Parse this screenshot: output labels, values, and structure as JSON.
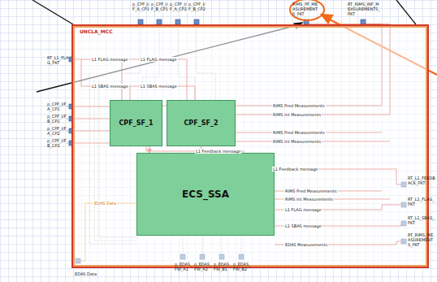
{
  "diagram": {
    "nodes": [
      {
        "text": [
          "UNCLA_MCC"
        ]
      },
      {
        "text": [
          "CPF_SF_1"
        ],
        "in": 0
      },
      {
        "text": [
          "CPF_SF_2"
        ],
        "in": 0
      },
      {
        "text": [
          "ECS_SSA"
        ],
        "in": 0
      }
    ],
    "edges": [
      {
        "from": 1,
        "to": 3,
        "arrow": "to"
      },
      {
        "from": 2,
        "to": 3,
        "arrow": "to"
      }
    ],
    "labels": [
      "RT_L1_FLAG_PKT",
      "p_CPF_I/F_A_CP1",
      "p_CPF_I/F_B_CP1",
      "p_CPF_I/F_A_CP2",
      "p_CPF_I/F_B_CP2",
      "p_CPF_I/F_A_CP1",
      "p_CPF_I/F_B_CP1",
      "p_CPF_I/F_A_CP2",
      "p_CPF_I/F_B_CP2",
      "RIMS_PF_MEASUREMENTS_PKT",
      "RT_RIMS_INF_MEASUREMENTS_PKT",
      "RT_L1_FEEDBACK_PKT",
      "RT_L1_FLAG_PKT",
      "RT_L1_SBAS_PKT",
      "RT_RIMS_MEASUREMENTS_PKT",
      "p_EDAS_FW_A1",
      "p_EDAS_FW_A2",
      "p_EDAS_FW_B1",
      "p_EDAS_FW_B2",
      "EDAS Data",
      "L1 FLAG message",
      "L1 FLAG message",
      "L1 SBAS message",
      "L1 SBAS message",
      "RIMS Pred Measurements",
      "RIMS Int Measurements",
      "RIMS Pred Measurements",
      "RIMS Int Measurements",
      "L1 Feedback message",
      "L1 Feedback message",
      "RIMS Pred Measurements",
      "RIMS Int Measurements",
      "L1 FLAG message",
      "L1 SBAS message",
      "EDAS Measurements",
      "EDAS Data"
    ]
  }
}
